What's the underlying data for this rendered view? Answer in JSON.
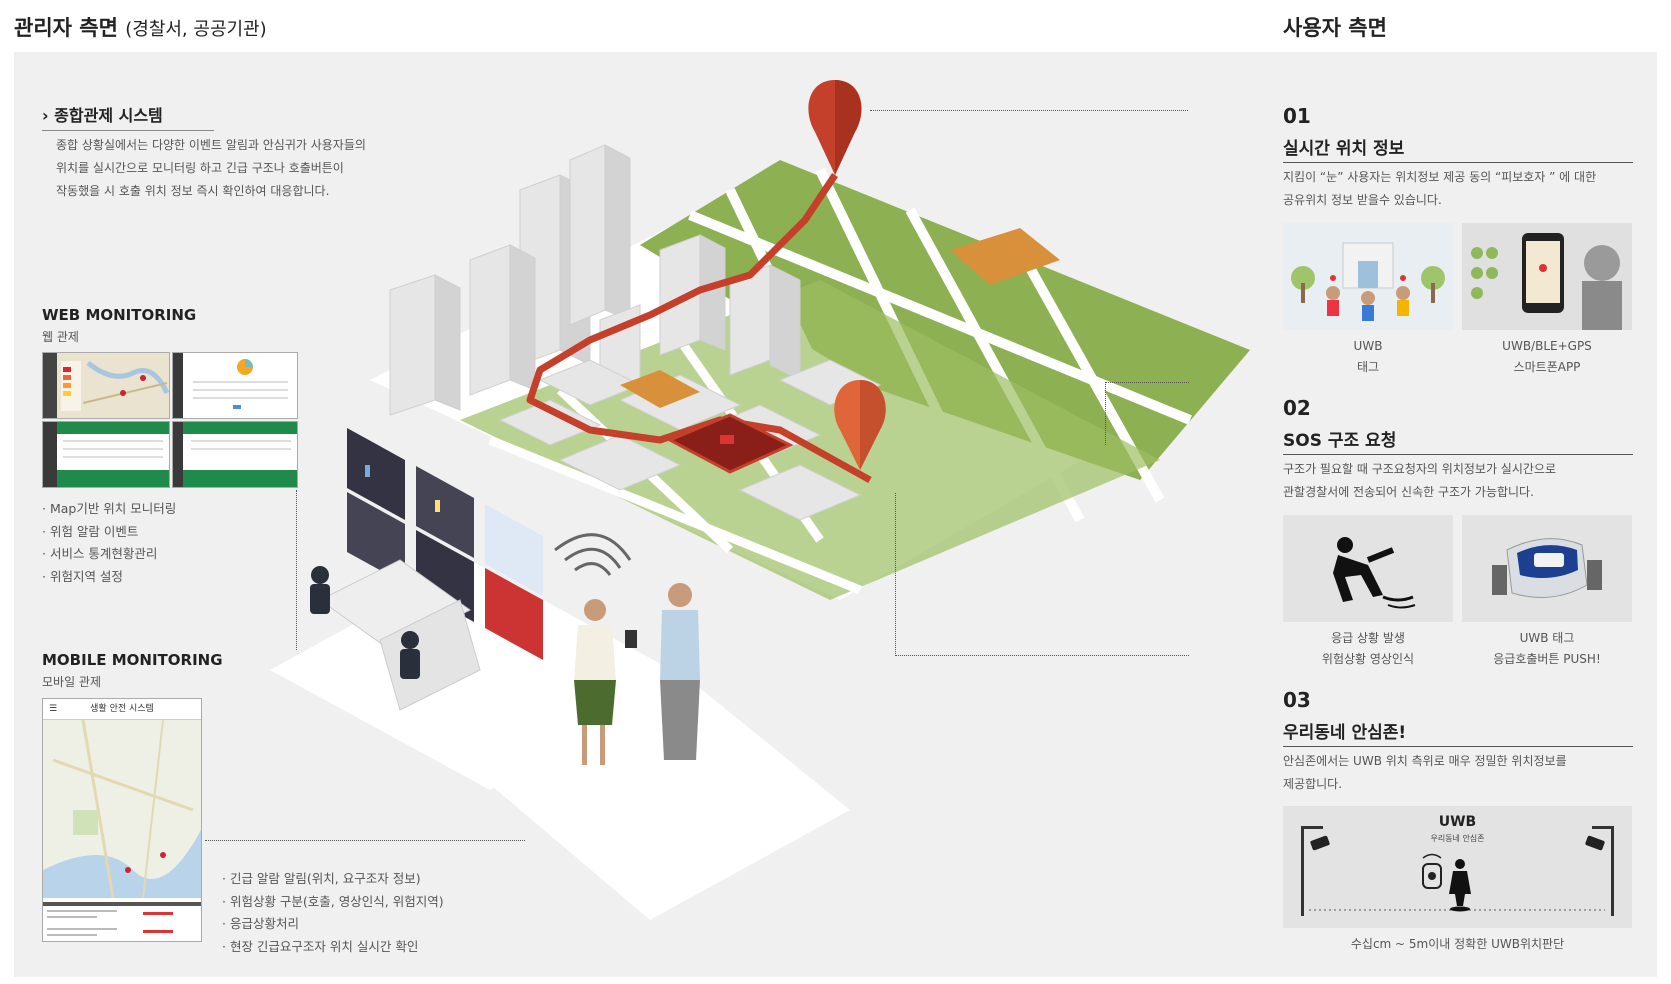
{
  "header": {
    "admin_title": "관리자 측면",
    "admin_subtitle": "(경찰서, 공공기관)",
    "user_title": "사용자 측면"
  },
  "integrated": {
    "title": "종합관제 시스템",
    "lines": [
      "종합 상황실에서는 다양한 이벤트 알림과 안심귀가 사용자들의",
      "위치를 실시간으로 모니터링 하고 긴급 구조나 호출버튼이",
      "작동했을 시 호출 위치 정보 즉시 확인하여 대응합니다."
    ]
  },
  "web": {
    "title": "WEB MONITORING",
    "subtitle": "웹 관제",
    "bullets": [
      "Map기반 위치 모니터링",
      "위험 알람 이벤트",
      "서비스 통계현황관리",
      "위험지역 설정"
    ]
  },
  "mobile": {
    "title": "MOBILE MONITORING",
    "subtitle": "모바일 관제",
    "app_header": "생활 안전 시스템",
    "bullets": [
      "긴급 알람 알림(위치, 요구조자 정보)",
      "위험상황 구분(호출, 영상인식, 위험지역)",
      "응급상황처리",
      "현장 긴급요구조자 위치 실시간 확인"
    ]
  },
  "sections": [
    {
      "num": "01",
      "title": "실시간 위치 정보",
      "lines": [
        "지킴이 “눈” 사용자는 위치정보 제공 동의 “피보호자 ” 에 대한",
        "공유위치 정보 받을수 있습니다."
      ],
      "captions": [
        [
          "UWB",
          "태그"
        ],
        [
          "UWB/BLE+GPS",
          "스마트폰APP"
        ]
      ]
    },
    {
      "num": "02",
      "title": "SOS 구조 요청",
      "lines": [
        "구조가 필요할 때 구조요청자의 위치정보가 실시간으로",
        "관할경찰서에 전송되어 신속한 구조가 가능합니다."
      ],
      "captions": [
        [
          "응급 상황 발생",
          "위험상황 영상인식"
        ],
        [
          "UWB 태그",
          "응급호출버튼 PUSH!"
        ]
      ]
    },
    {
      "num": "03",
      "title": "우리동네 안심존!",
      "lines": [
        "안심존에서는 UWB 위치 측위로 매우 정밀한 위치정보를",
        "제공합니다."
      ],
      "uwb_title": "UWB",
      "uwb_sub": "우리동네 안심존",
      "caption": "수십cm ~ 5m이내 정확한 UWB위치판단"
    }
  ],
  "colors": {
    "green": "#8cb052",
    "red": "#c4402a",
    "orange": "#d9903a",
    "building": "#e8e8e8"
  }
}
